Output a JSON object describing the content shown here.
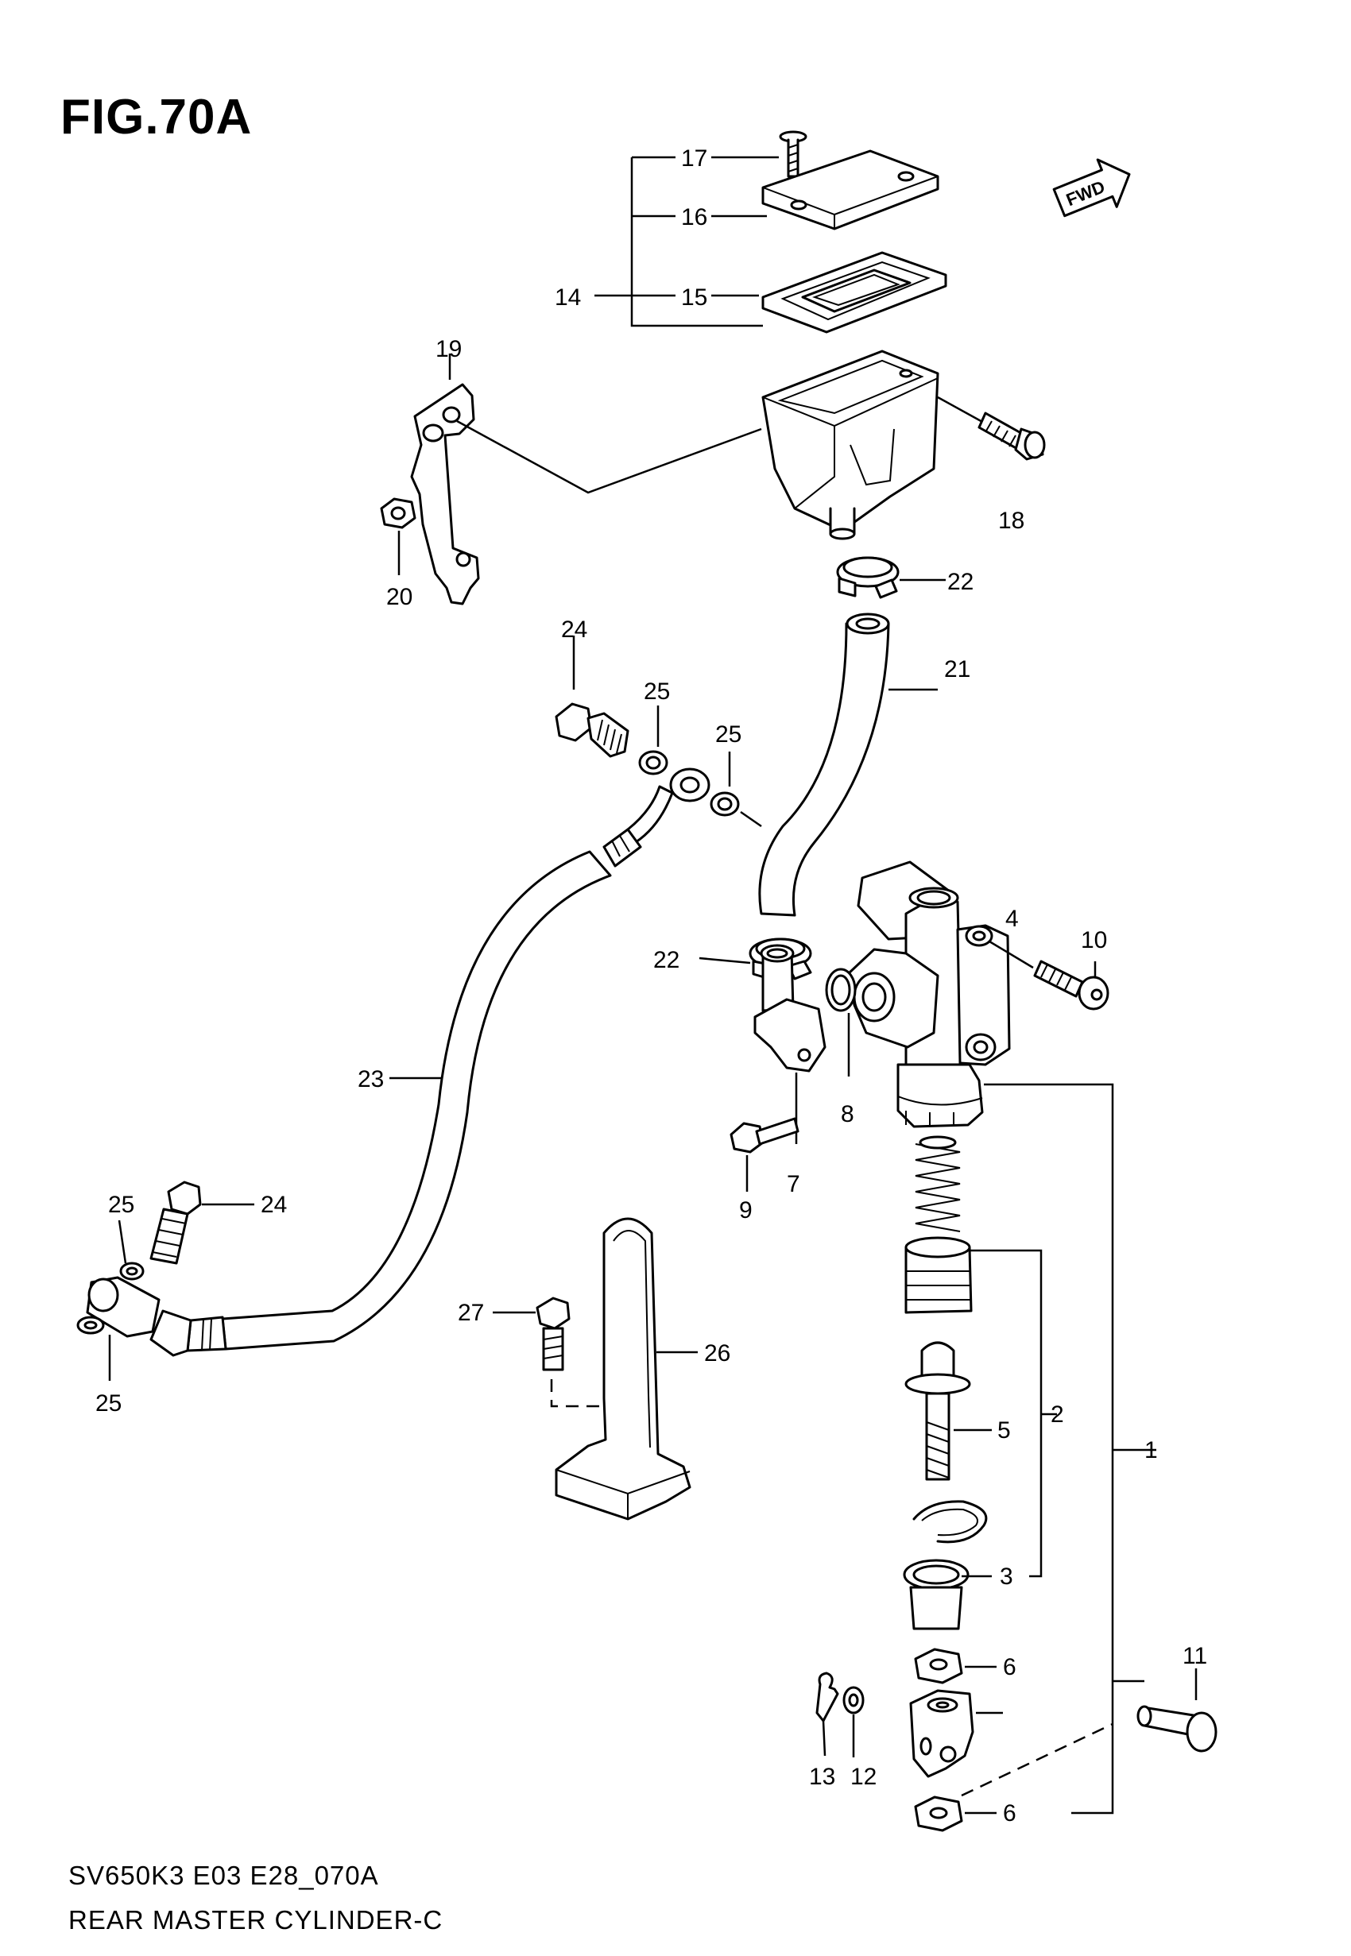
{
  "figure": {
    "title": "FIG.70A"
  },
  "direction_badge": {
    "text": "FWD",
    "icon": "forward-arrow-icon"
  },
  "footer": {
    "code": "SV650K3 E03 E28_070A",
    "name": "REAR MASTER CYLINDER-C"
  },
  "parts": [
    {
      "num": "1"
    },
    {
      "num": "2"
    },
    {
      "num": "3"
    },
    {
      "num": "4"
    },
    {
      "num": "5"
    },
    {
      "num": "6"
    },
    {
      "num": "6"
    },
    {
      "num": "7"
    },
    {
      "num": "8"
    },
    {
      "num": "9"
    },
    {
      "num": "10"
    },
    {
      "num": "11"
    },
    {
      "num": "12"
    },
    {
      "num": "13"
    },
    {
      "num": "14"
    },
    {
      "num": "15"
    },
    {
      "num": "16"
    },
    {
      "num": "17"
    },
    {
      "num": "18"
    },
    {
      "num": "19"
    },
    {
      "num": "20"
    },
    {
      "num": "21"
    },
    {
      "num": "22"
    },
    {
      "num": "22"
    },
    {
      "num": "23"
    },
    {
      "num": "24"
    },
    {
      "num": "24"
    },
    {
      "num": "25"
    },
    {
      "num": "25"
    },
    {
      "num": "25"
    },
    {
      "num": "25"
    },
    {
      "num": "26"
    },
    {
      "num": "27"
    }
  ]
}
